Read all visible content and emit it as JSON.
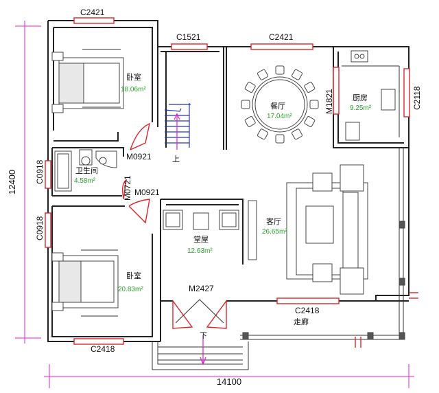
{
  "dimensions": {
    "overall_height": "12400",
    "overall_width": "14100"
  },
  "rooms": {
    "bedroom_top": {
      "name": "卧室",
      "area": "18.06m²"
    },
    "bathroom": {
      "name": "卫生间",
      "area": "4.58m²"
    },
    "bedroom_bottom": {
      "name": "卧室",
      "area": "20.83m²"
    },
    "hall": {
      "name": "堂屋",
      "area": "12.63m²"
    },
    "living": {
      "name": "客厅",
      "area": "26.65m²"
    },
    "dining": {
      "name": "餐厅",
      "area": "17.04m²"
    },
    "kitchen": {
      "name": "厨房",
      "area": "9.25m²"
    },
    "corridor": {
      "name": "走廊"
    }
  },
  "labels": {
    "win_top_left": "C2421",
    "win_top_mid": "C1521",
    "win_top_dining": "C2421",
    "door_kitchen": "M1821",
    "win_kitchen": "C2118",
    "door_bed_top": "M0921",
    "door_bath": "M0721",
    "door_bed_bottom": "M0921",
    "win_bath": "C0918",
    "win_bed_bottom_left": "C0918",
    "door_main": "M2427",
    "win_living_bottom": "C2418",
    "win_bed_bottom": "C2418",
    "stair_up": "上",
    "stair_down": "下"
  },
  "colors": {
    "window": "#e0232b",
    "dimension": "#e61fd0",
    "area_text": "#2aa52a",
    "stair": "#2233cc"
  }
}
